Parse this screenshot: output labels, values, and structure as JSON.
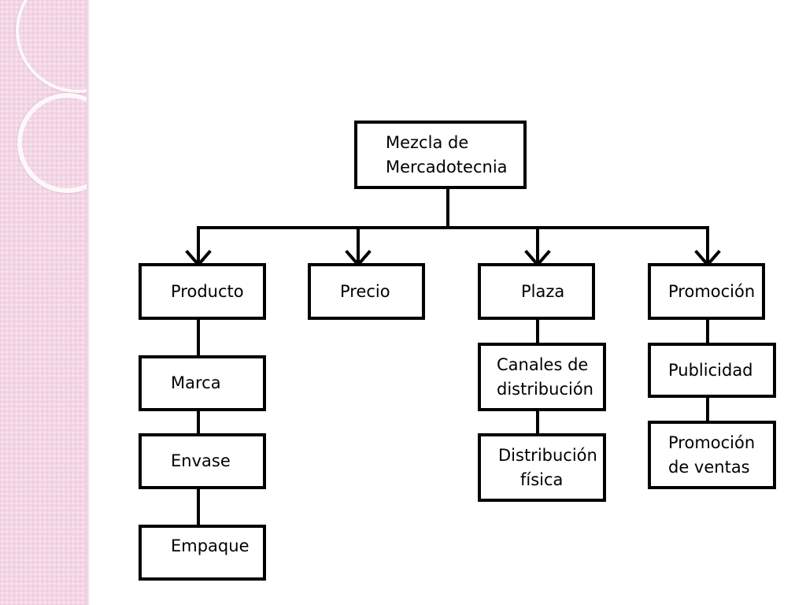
{
  "root": {
    "line1": "Mezcla de",
    "line2": "Mercadotecnia"
  },
  "branches": {
    "producto": {
      "label": "Producto",
      "children": [
        "Marca",
        "Envase",
        "Empaque"
      ]
    },
    "precio": {
      "label": "Precio"
    },
    "plaza": {
      "label": "Plaza",
      "children": [
        {
          "line1": "Canales de",
          "line2": "distribución"
        },
        {
          "line1": "Distribución",
          "line2": "física"
        }
      ]
    },
    "promocion": {
      "label": "Promoción",
      "children": [
        {
          "line1": "Publicidad"
        },
        {
          "line1": "Promoción",
          "line2": "de ventas"
        }
      ]
    }
  },
  "colors": {
    "strip": "#f3d6e6",
    "lines": "#000000"
  }
}
